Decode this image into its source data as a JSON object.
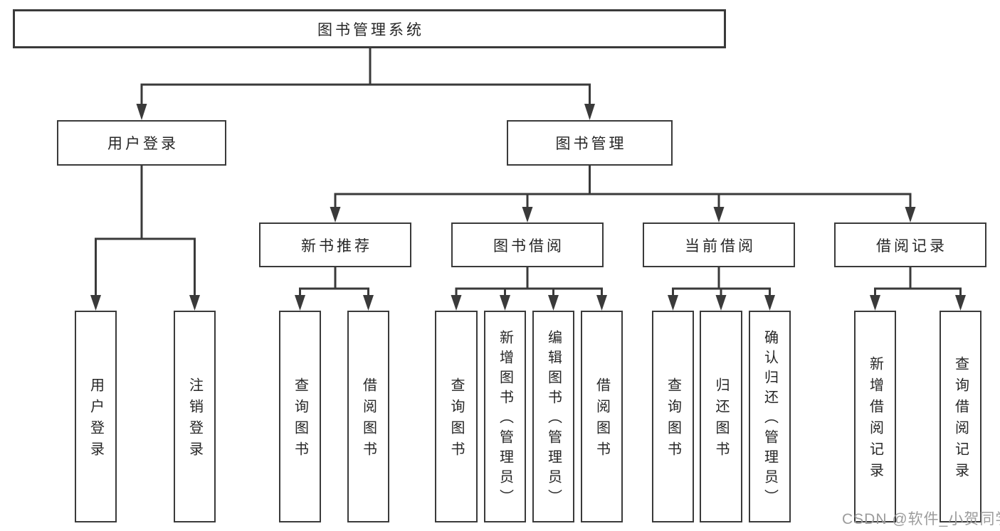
{
  "diagram": {
    "tree": {
      "label": "图书管理系统",
      "children": [
        {
          "label": "用户登录",
          "children": [
            {
              "label": "用户登录"
            },
            {
              "label": "注销登录"
            }
          ]
        },
        {
          "label": "图书管理",
          "children": [
            {
              "label": "新书推荐",
              "children": [
                {
                  "label": "查询图书"
                },
                {
                  "label": "借阅图书"
                }
              ]
            },
            {
              "label": "图书借阅",
              "children": [
                {
                  "label": "查询图书"
                },
                {
                  "label": "新增图书（管理员）"
                },
                {
                  "label": "编辑图书（管理员）"
                },
                {
                  "label": "借阅图书"
                }
              ]
            },
            {
              "label": "当前借阅",
              "children": [
                {
                  "label": "查询图书"
                },
                {
                  "label": "归还图书"
                },
                {
                  "label": "确认归还（管理员）"
                }
              ]
            },
            {
              "label": "借阅记录",
              "children": [
                {
                  "label": "新增借阅记录"
                },
                {
                  "label": "查询借阅记录"
                }
              ]
            }
          ]
        }
      ]
    },
    "watermark": {
      "text": "CSDN @软件_小贺同学"
    },
    "colors": {
      "line": "#3a3a3a",
      "border": "#3a3a3a",
      "text": "#262626",
      "watermark": "#9c9c9c",
      "background": "#ffffff"
    }
  }
}
